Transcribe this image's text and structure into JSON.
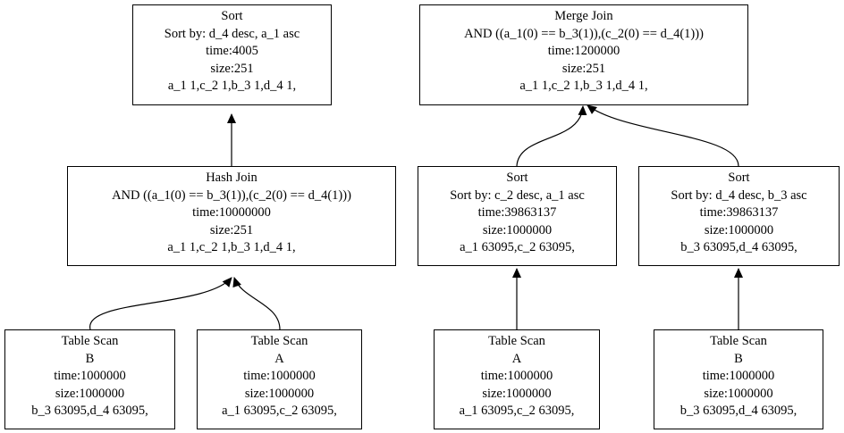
{
  "plans": [
    {
      "root": {
        "title": "Sort",
        "detail": "Sort by: d_4 desc, a_1 asc",
        "time": "time:4005",
        "size": "size:251",
        "cols": "a_1 1,c_2 1,b_3 1,d_4 1,"
      },
      "join": {
        "title": "Hash Join",
        "detail": "AND ((a_1(0) == b_3(1)),(c_2(0) == d_4(1)))",
        "time": "time:10000000",
        "size": "size:251",
        "cols": "a_1 1,c_2 1,b_3 1,d_4 1,"
      },
      "scan_left": {
        "title": "Table Scan",
        "table": "B",
        "time": "time:1000000",
        "size": "size:1000000",
        "cols": "b_3 63095,d_4 63095,"
      },
      "scan_right": {
        "title": "Table Scan",
        "table": "A",
        "time": "time:1000000",
        "size": "size:1000000",
        "cols": "a_1 63095,c_2 63095,"
      }
    },
    {
      "root": {
        "title": "Merge Join",
        "detail": "AND ((a_1(0) == b_3(1)),(c_2(0) == d_4(1)))",
        "time": "time:1200000",
        "size": "size:251",
        "cols": "a_1 1,c_2 1,b_3 1,d_4 1,"
      },
      "sort_left": {
        "title": "Sort",
        "detail": "Sort by: c_2 desc, a_1 asc",
        "time": "time:39863137",
        "size": "size:1000000",
        "cols": "a_1 63095,c_2 63095,"
      },
      "sort_right": {
        "title": "Sort",
        "detail": "Sort by: d_4 desc, b_3 asc",
        "time": "time:39863137",
        "size": "size:1000000",
        "cols": "b_3 63095,d_4 63095,"
      },
      "scan_left": {
        "title": "Table Scan",
        "table": "A",
        "time": "time:1000000",
        "size": "size:1000000",
        "cols": "a_1 63095,c_2 63095,"
      },
      "scan_right": {
        "title": "Table Scan",
        "table": "B",
        "time": "time:1000000",
        "size": "size:1000000",
        "cols": "b_3 63095,d_4 63095,"
      }
    }
  ]
}
